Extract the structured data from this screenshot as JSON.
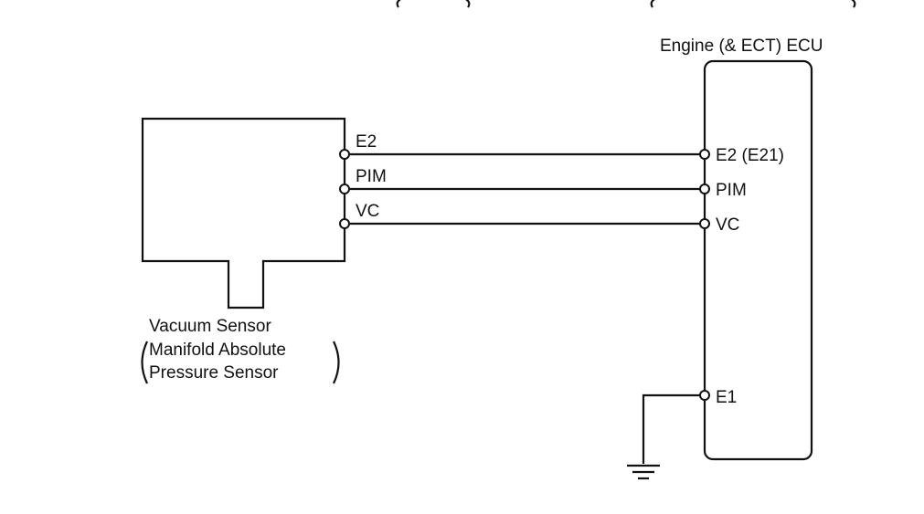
{
  "ecu": {
    "title": "Engine (& ECT) ECU",
    "pins": {
      "e2": "E2 (E21)",
      "pim": "PIM",
      "vc": "VC",
      "e1": "E1"
    }
  },
  "sensor": {
    "name_line1": "Vacuum Sensor",
    "name_line2": "Manifold Absolute",
    "name_line3": "Pressure Sensor",
    "pins": {
      "e2": "E2",
      "pim": "PIM",
      "vc": "VC"
    }
  },
  "colors": {
    "line": "#111111",
    "background": "#ffffff"
  }
}
